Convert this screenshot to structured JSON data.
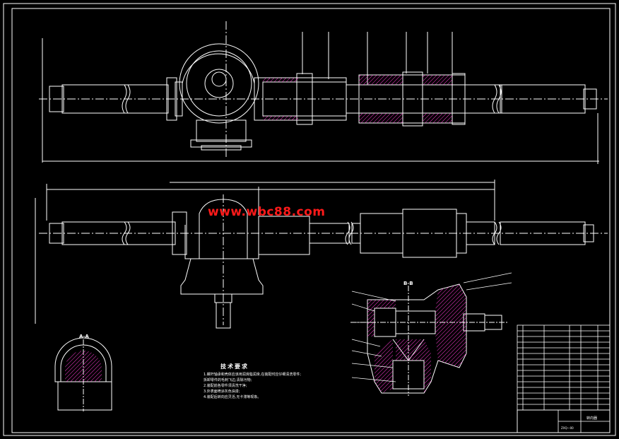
{
  "watermark": "www.wbc88.com",
  "technical_requirements": {
    "title": "技术要求",
    "lines": [
      "1.螺杆轴承和壳体应该用润滑脂润滑,在装配时应仔细清洗零件;",
      "拆卸零件的毛刺飞边,清除污物;",
      "2.装配前各零件须清洗干净;",
      "3.外表面喷涂灰色油漆;",
      "4.装配后转向应灵活,无卡滞等现象。"
    ]
  },
  "section_labels": {
    "b_b": "B-B",
    "a_a": "A-A"
  },
  "title_block": {
    "drawing_name": "转向器",
    "drawing_no": "ZXQ—00"
  },
  "colors": {
    "background": "#000000",
    "line": "#ffffff",
    "watermark": "#ff1a1a",
    "hatch": "#ff3bd4"
  }
}
